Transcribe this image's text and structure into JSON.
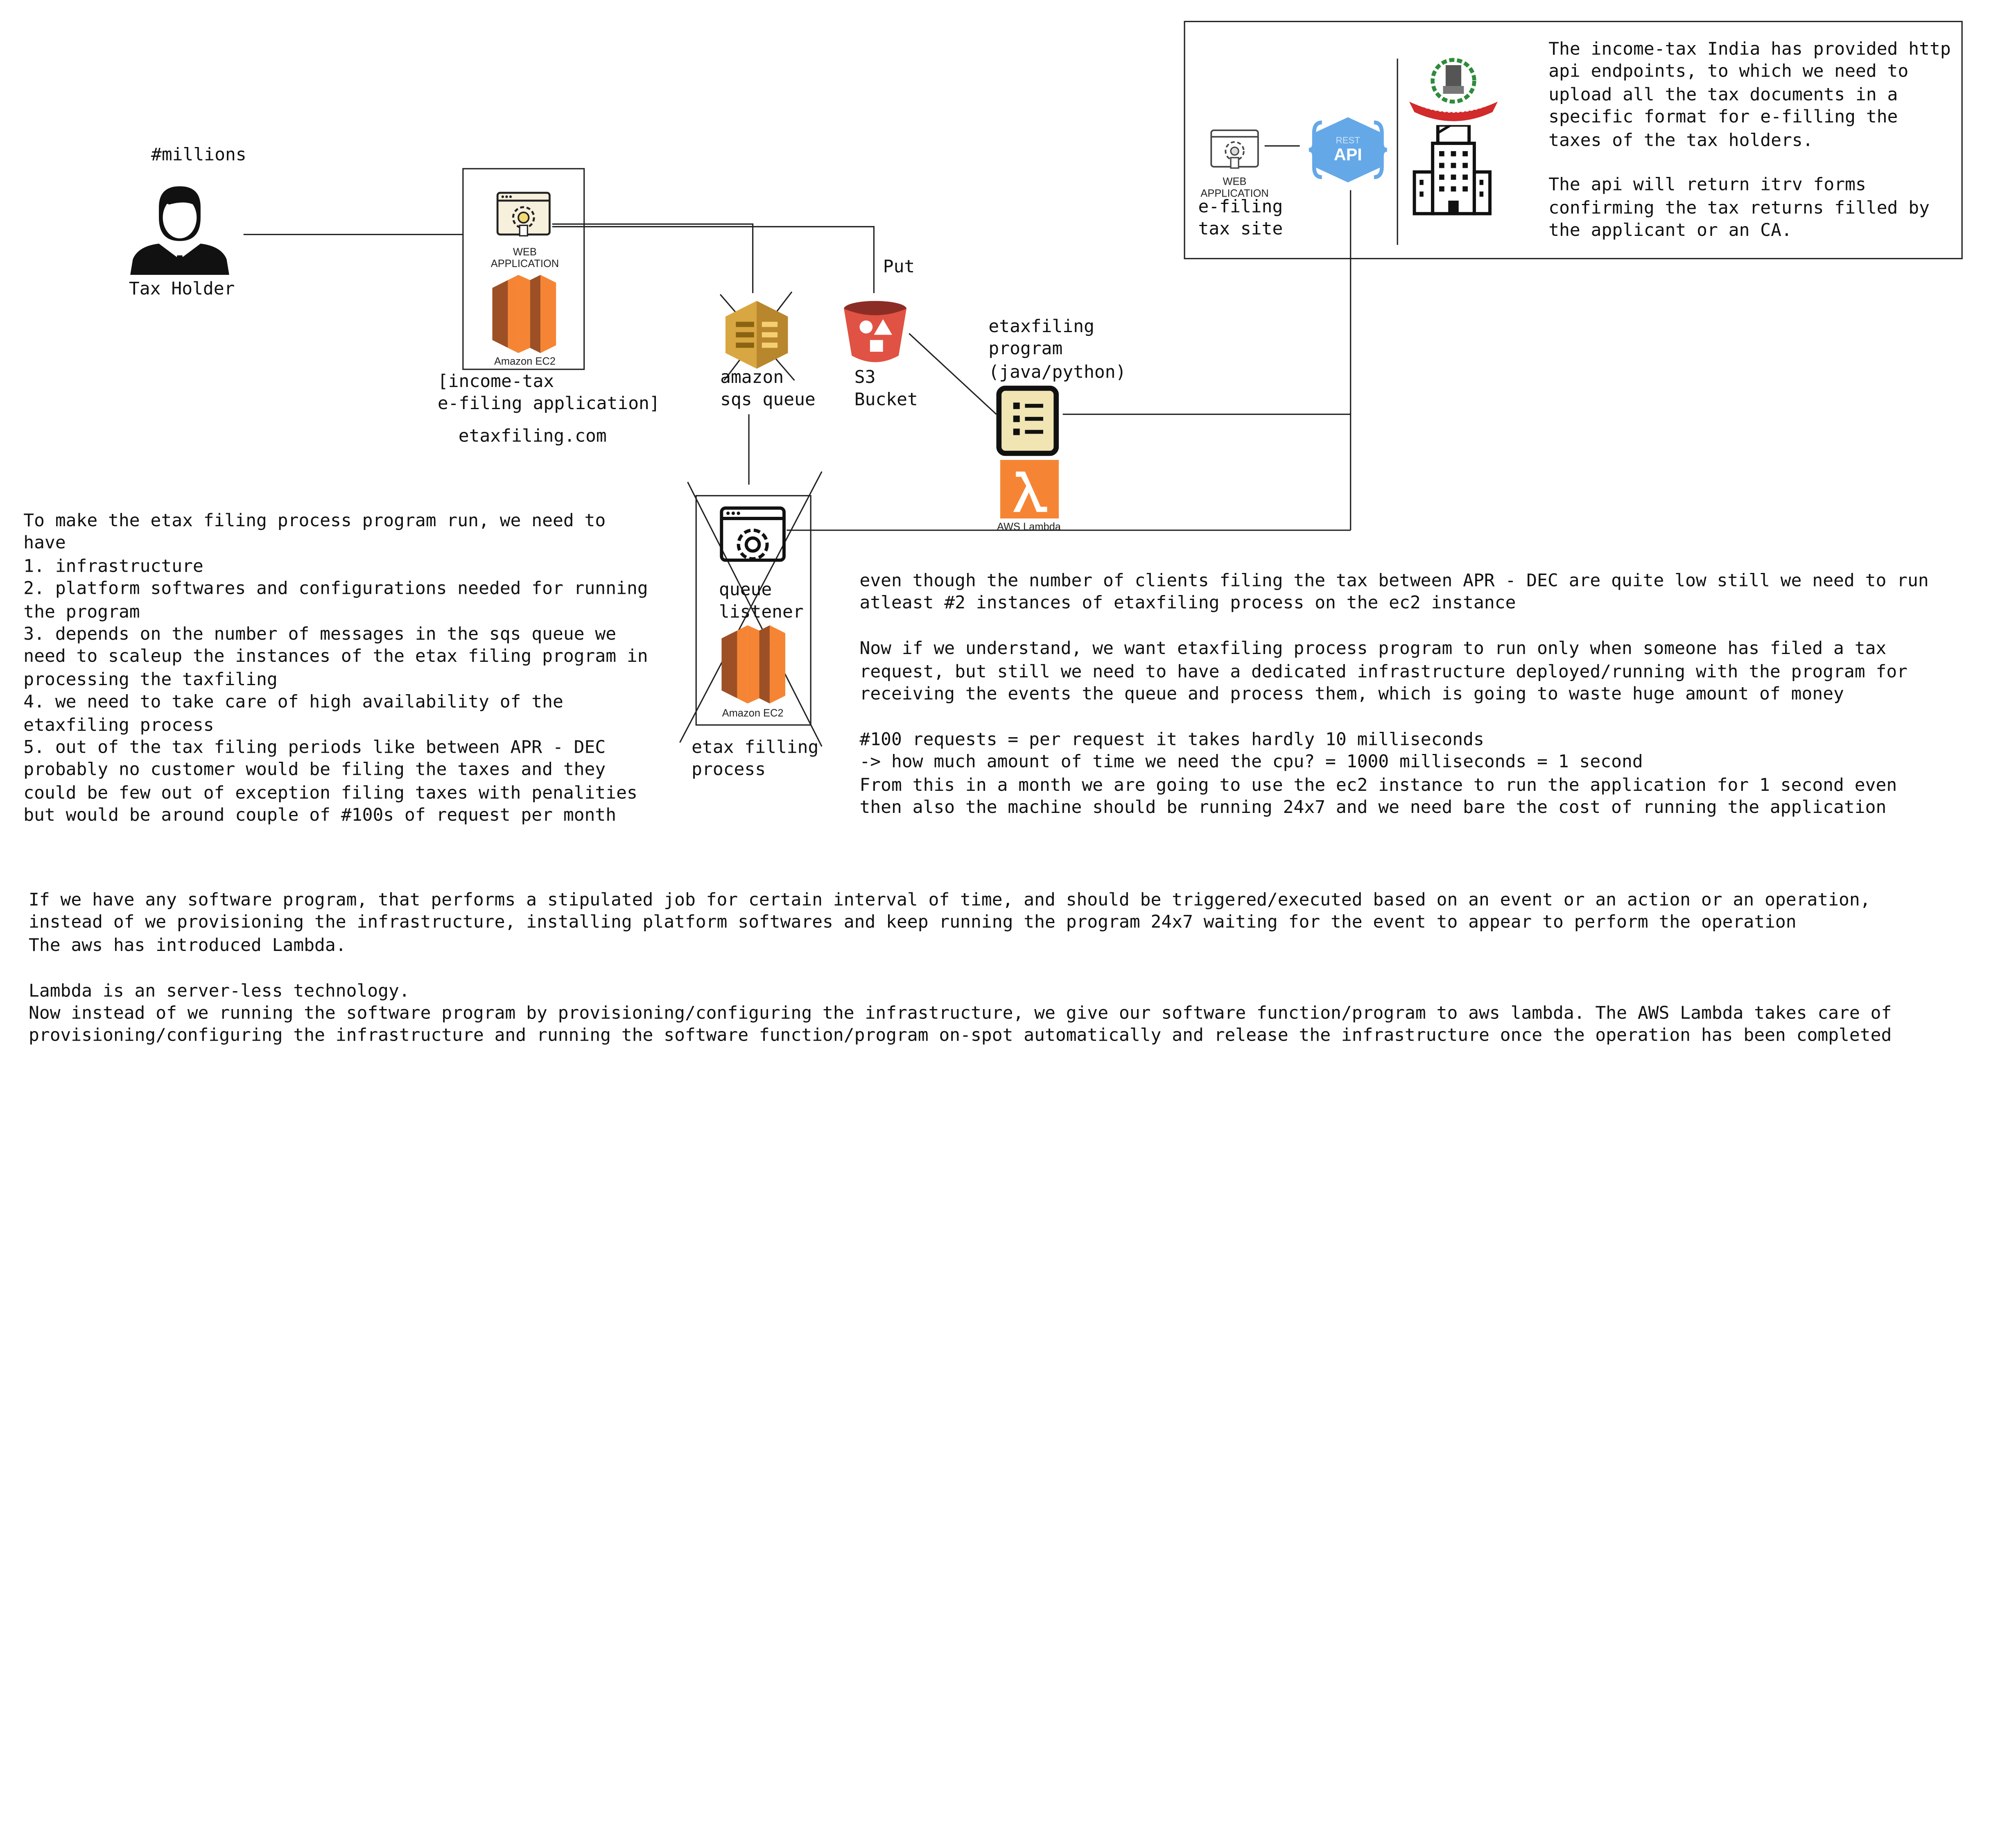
{
  "tax_holder": {
    "count_label": "#millions",
    "label": "Tax Holder"
  },
  "web_app": {
    "icon_caption": "WEB\nAPPLICATION",
    "ec2_caption": "Amazon EC2",
    "label": "[income-tax\ne-filing application]",
    "domain": "etaxfiling.com"
  },
  "sqs": {
    "label": "amazon\nsqs queue"
  },
  "s3": {
    "label": "S3\nBucket",
    "put_label": "Put"
  },
  "lambda_program": {
    "label": "etaxfiling\nprogram\n(java/python)",
    "caption": "AWS Lambda"
  },
  "efiling_site": {
    "icon_caption": "WEB\nAPPLICATION",
    "label": "e-filing\ntax site",
    "api_rest": "REST",
    "api_text": "API",
    "department": "INCOME TAX DEPARTMENT",
    "note": "The income-tax India has provided http\napi endpoints, to which we need to\nupload all the tax documents in a\nspecific format for e-filling the\ntaxes of the tax holders.\n\nThe api will return itrv forms\nconfirming the tax returns filled by\nthe applicant or an CA."
  },
  "etax_process": {
    "queue_label": "queue\nlistener",
    "ec2_caption": "Amazon EC2",
    "label": "etax filling\nprocess"
  },
  "notes": {
    "requirements": "To make the etax filing process program run, we need to\nhave\n1. infrastructure\n2. platform softwares and configurations needed for running\nthe program\n3. depends on the number of messages in the sqs queue we\nneed to scaleup the instances of the etax filing program in\nprocessing the taxfiling\n4. we need to take care of high availability of the\netaxfiling process\n5. out of the tax filing periods like between APR - DEC\nprobably no customer would be filing the taxes and they\ncould be few out of exception filing taxes with penalities\nbut would be around couple of #100s of request per month",
    "cost": "even though the number of clients filing the tax between APR - DEC are quite low still we need to run\natleast #2 instances of etaxfiling process on the ec2 instance\n\nNow if we understand, we want etaxfiling process program to run only when someone has filed a tax\nrequest, but still we need to have a dedicated infrastructure deployed/running with the program for\nreceiving the events the queue and process them, which is going to waste huge amount of money\n\n#100 requests = per request it takes hardly 10 milliseconds\n-> how much amount of time we need the cpu? = 1000 milliseconds = 1 second\nFrom this in a month we are going to use the ec2 instance to run the application for 1 second even\nthen also the machine should be running 24x7 and we need bare the cost of running the application",
    "lambda_intro": "If we have any software program, that performs a stipulated job for certain interval of time, and should be triggered/executed based on an event or an action or an operation,\ninstead of we provisioning the infrastructure, installing platform softwares and keep running the program 24x7 waiting for the event to appear to perform the operation\nThe aws has introduced Lambda.\n\nLambda is an server-less technology.\nNow instead of we running the software program by provisioning/configuring the infrastructure, we give our software function/program to aws lambda. The AWS Lambda takes care of\nprovisioning/configuring the infrastructure and running the software function/program on-spot automatically and release the infrastructure once the operation has been completed"
  },
  "colors": {
    "ec2_orange": "#f58534",
    "ec2_dark": "#9d5025",
    "sqs_gold": "#d9a741",
    "s3_red": "#e05243",
    "lambda_orange": "#f58534",
    "api_blue": "#64a8e8",
    "doc_cream": "#f1e5b4"
  }
}
